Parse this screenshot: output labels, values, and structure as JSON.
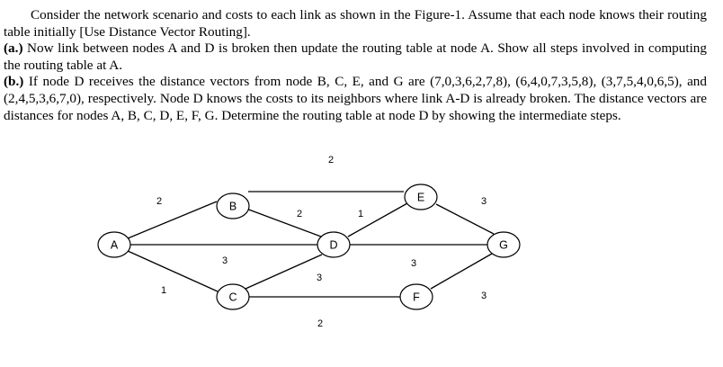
{
  "question": {
    "intro": "Consider the network scenario and costs to each link as shown in the Figure-1. Assume that each node knows their routing table initially [Use Distance Vector Routing].",
    "part_a_label": "(a.)",
    "part_a_text": " Now link between nodes A and D is broken then update the routing table at node A. Show all steps involved in computing the routing table at A.",
    "part_b_label": "(b.)",
    "part_b_text": " If node D receives the distance vectors from node B, C, E, and G are (7,0,3,6,2,7,8), (6,4,0,7,3,5,8), (3,7,5,4,0,6,5), and (2,4,5,3,6,7,0), respectively. Node D knows the costs to its neighbors where link A-D is already broken. The distance vectors are distances for nodes A, B, C, D, E, F, G. Determine the routing table at node D by showing the intermediate steps."
  },
  "figure": {
    "nodes": {
      "A": "A",
      "B": "B",
      "C": "C",
      "D": "D",
      "E": "E",
      "F": "F",
      "G": "G"
    },
    "costs": {
      "A_B": "2",
      "A_C": "1",
      "A_D": "3",
      "B_E": "2",
      "B_D": "2",
      "D_E": "1",
      "C_D": "3",
      "C_F": "2",
      "D_G": "3",
      "E_G": "3",
      "F_G": "3"
    }
  }
}
